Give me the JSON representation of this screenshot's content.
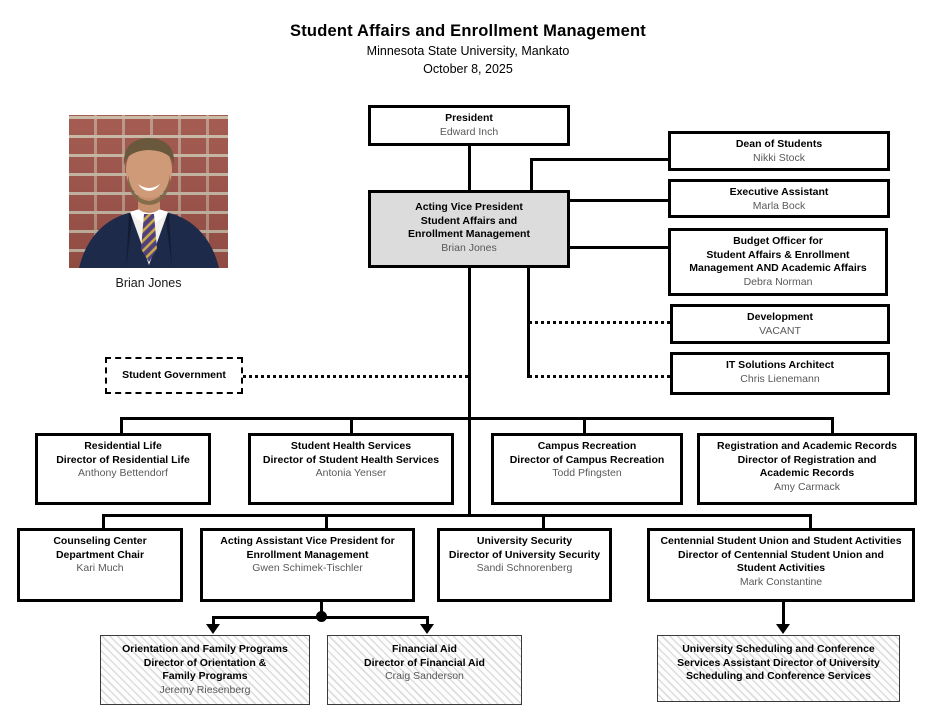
{
  "header": {
    "title": "Student Affairs and Enrollment Management",
    "subtitle": "Minnesota State University, Mankato",
    "date": "October 8, 2025"
  },
  "photo": {
    "caption": "Brian Jones"
  },
  "boxes": {
    "president": {
      "title": "President",
      "name": "Edward Inch"
    },
    "vp": {
      "title": "Acting Vice President\nStudent Affairs and\nEnrollment Management",
      "name": "Brian Jones"
    },
    "dean_of_students": {
      "title": "Dean of Students",
      "name": "Nikki Stock"
    },
    "executive_assistant": {
      "title": "Executive Assistant",
      "name": "Marla Bock"
    },
    "budget_officer": {
      "title": "Budget Officer for\nStudent Affairs & Enrollment\nManagement AND Academic Affairs",
      "name": "Debra Norman"
    },
    "development": {
      "title": "Development",
      "name": "VACANT"
    },
    "it_architect": {
      "title": "IT Solutions Architect",
      "name": "Chris Lienemann"
    },
    "student_government": {
      "title": "Student Government"
    },
    "residential_life": {
      "title": "Residential Life\nDirector of Residential Life",
      "name": "Anthony Bettendorf"
    },
    "student_health": {
      "title": "Student Health Services\nDirector of Student Health Services",
      "name": "Antonia Yenser"
    },
    "campus_recreation": {
      "title": "Campus Recreation\nDirector of Campus Recreation",
      "name": "Todd Pfingsten"
    },
    "registration": {
      "title": "Registration and Academic Records\nDirector of Registration and\nAcademic Records",
      "name": "Amy Carmack"
    },
    "counseling": {
      "title": "Counseling Center\nDepartment Chair",
      "name": "Kari Much"
    },
    "avp_enrollment": {
      "title": "Acting Assistant Vice President for\nEnrollment Management",
      "name": "Gwen Schimek-Tischler"
    },
    "university_security": {
      "title": "University Security\nDirector of University Security",
      "name": "Sandi Schnorenberg"
    },
    "centennial_union": {
      "title": "Centennial Student Union and Student Activities\nDirector of Centennial Student Union and\nStudent Activities",
      "name": "Mark Constantine"
    },
    "orientation": {
      "title": "Orientation and Family Programs\nDirector of Orientation &\nFamily Programs",
      "name": "Jeremy Riesenberg"
    },
    "financial_aid": {
      "title": "Financial Aid\nDirector of Financial Aid",
      "name": "Craig Sanderson"
    },
    "scheduling": {
      "title": "University Scheduling and Conference\nServices Assistant Director of University\nScheduling and Conference Services"
    }
  },
  "colors": {
    "line": "#000000",
    "vp_box_fill": "#dcdcdc",
    "name_text": "#595959",
    "photo_brick": "#a0544a",
    "photo_suit": "#1e2a49",
    "photo_tie_purple": "#51407c",
    "photo_tie_gold": "#c9a84c"
  }
}
